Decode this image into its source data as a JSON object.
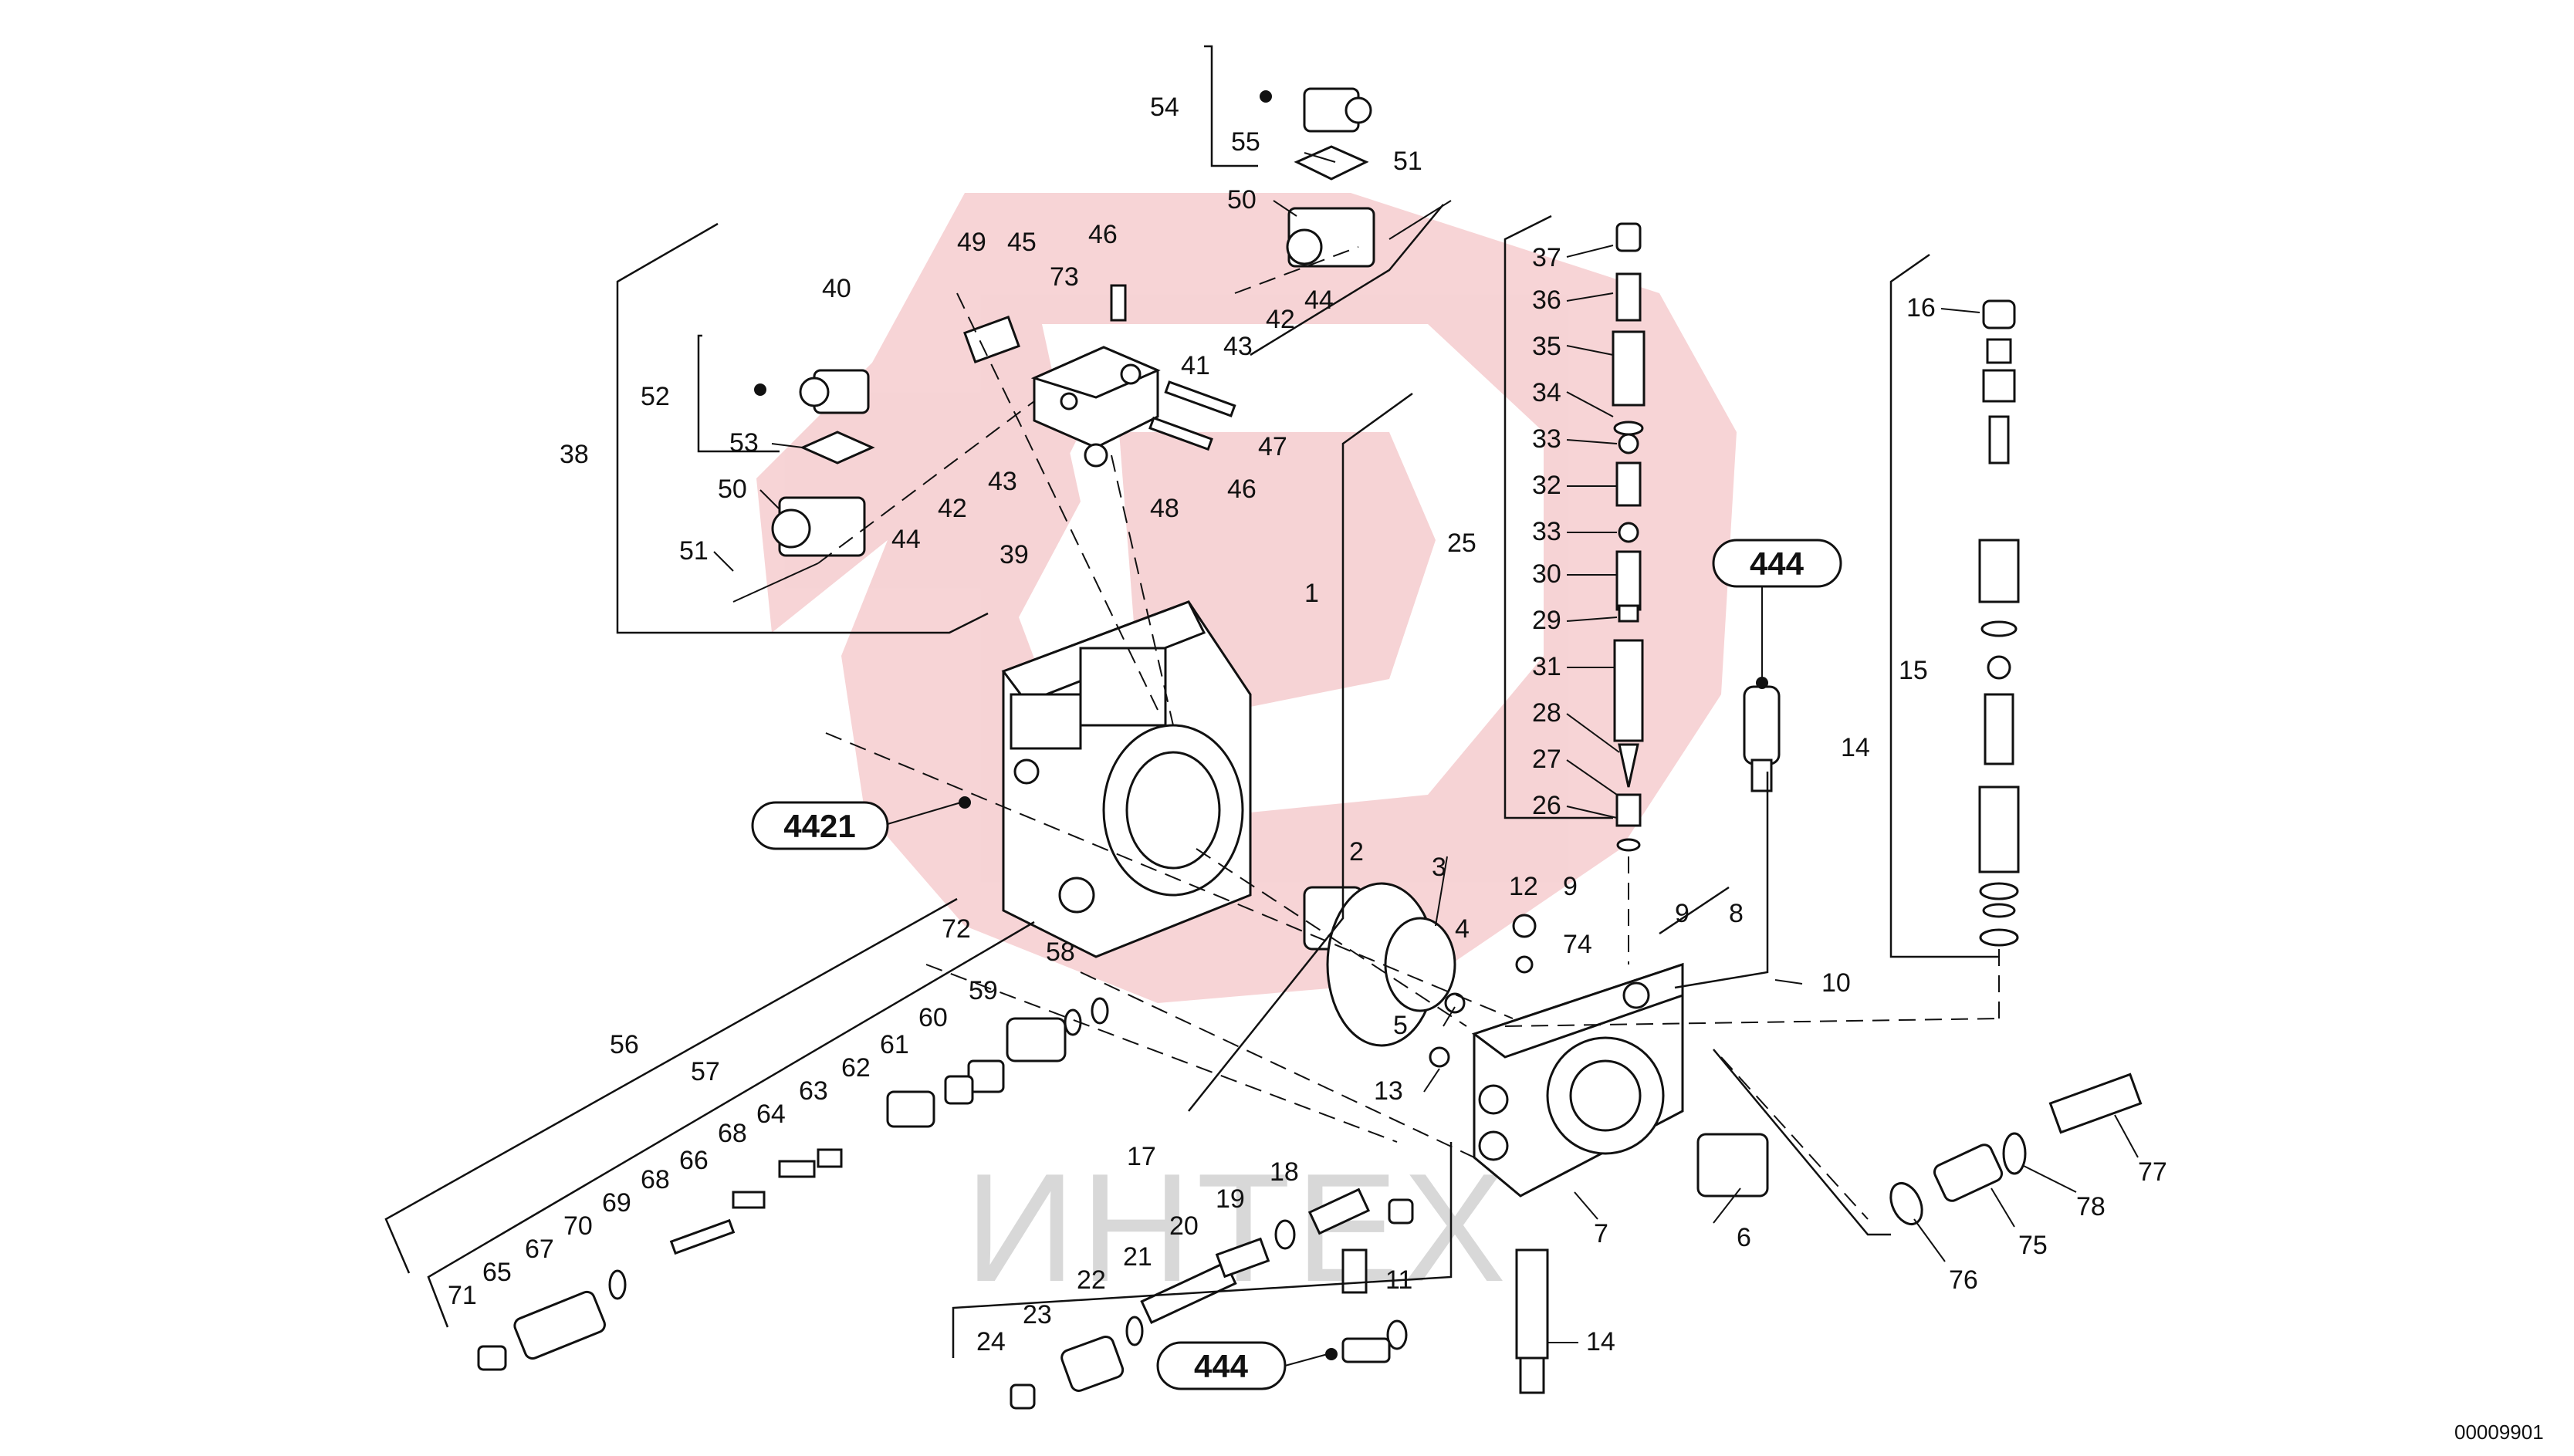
{
  "watermark": {
    "text": "ИНТЕХ",
    "logo_color": "#f4c6c8"
  },
  "document_id": "00009901",
  "callouts": {
    "c444_top": "444",
    "c4421": "4421",
    "c444_bottom": "444"
  },
  "labels": {
    "n1": "1",
    "n2": "2",
    "n3": "3",
    "n4": "4",
    "n5": "5",
    "n6": "6",
    "n7": "7",
    "n8": "8",
    "n9a": "9",
    "n9b": "9",
    "n10": "10",
    "n11": "11",
    "n12": "12",
    "n13": "13",
    "n14a": "14",
    "n14b": "14",
    "n15": "15",
    "n16": "16",
    "n17": "17",
    "n18": "18",
    "n19": "19",
    "n20": "20",
    "n21": "21",
    "n22": "22",
    "n23": "23",
    "n24": "24",
    "n25": "25",
    "n26": "26",
    "n27": "27",
    "n28": "28",
    "n29": "29",
    "n30": "30",
    "n31": "31",
    "n32": "32",
    "n33a": "33",
    "n33b": "33",
    "n34": "34",
    "n35": "35",
    "n36": "36",
    "n37": "37",
    "n38": "38",
    "n39": "39",
    "n40": "40",
    "n41": "41",
    "n42a": "42",
    "n42b": "42",
    "n43a": "43",
    "n43b": "43",
    "n44a": "44",
    "n44b": "44",
    "n45": "45",
    "n46a": "46",
    "n46b": "46",
    "n47": "47",
    "n48": "48",
    "n49": "49",
    "n50a": "50",
    "n50b": "50",
    "n51a": "51",
    "n51b": "51",
    "n52": "52",
    "n53": "53",
    "n54": "54",
    "n55": "55",
    "n56": "56",
    "n57": "57",
    "n58": "58",
    "n59": "59",
    "n60": "60",
    "n61": "61",
    "n62": "62",
    "n63": "63",
    "n64": "64",
    "n65": "65",
    "n66": "66",
    "n67": "67",
    "n68a": "68",
    "n68b": "68",
    "n69": "69",
    "n70": "70",
    "n71": "71",
    "n72": "72",
    "n73": "73",
    "n74": "74",
    "n75": "75",
    "n76": "76",
    "n77": "77",
    "n78": "78"
  }
}
